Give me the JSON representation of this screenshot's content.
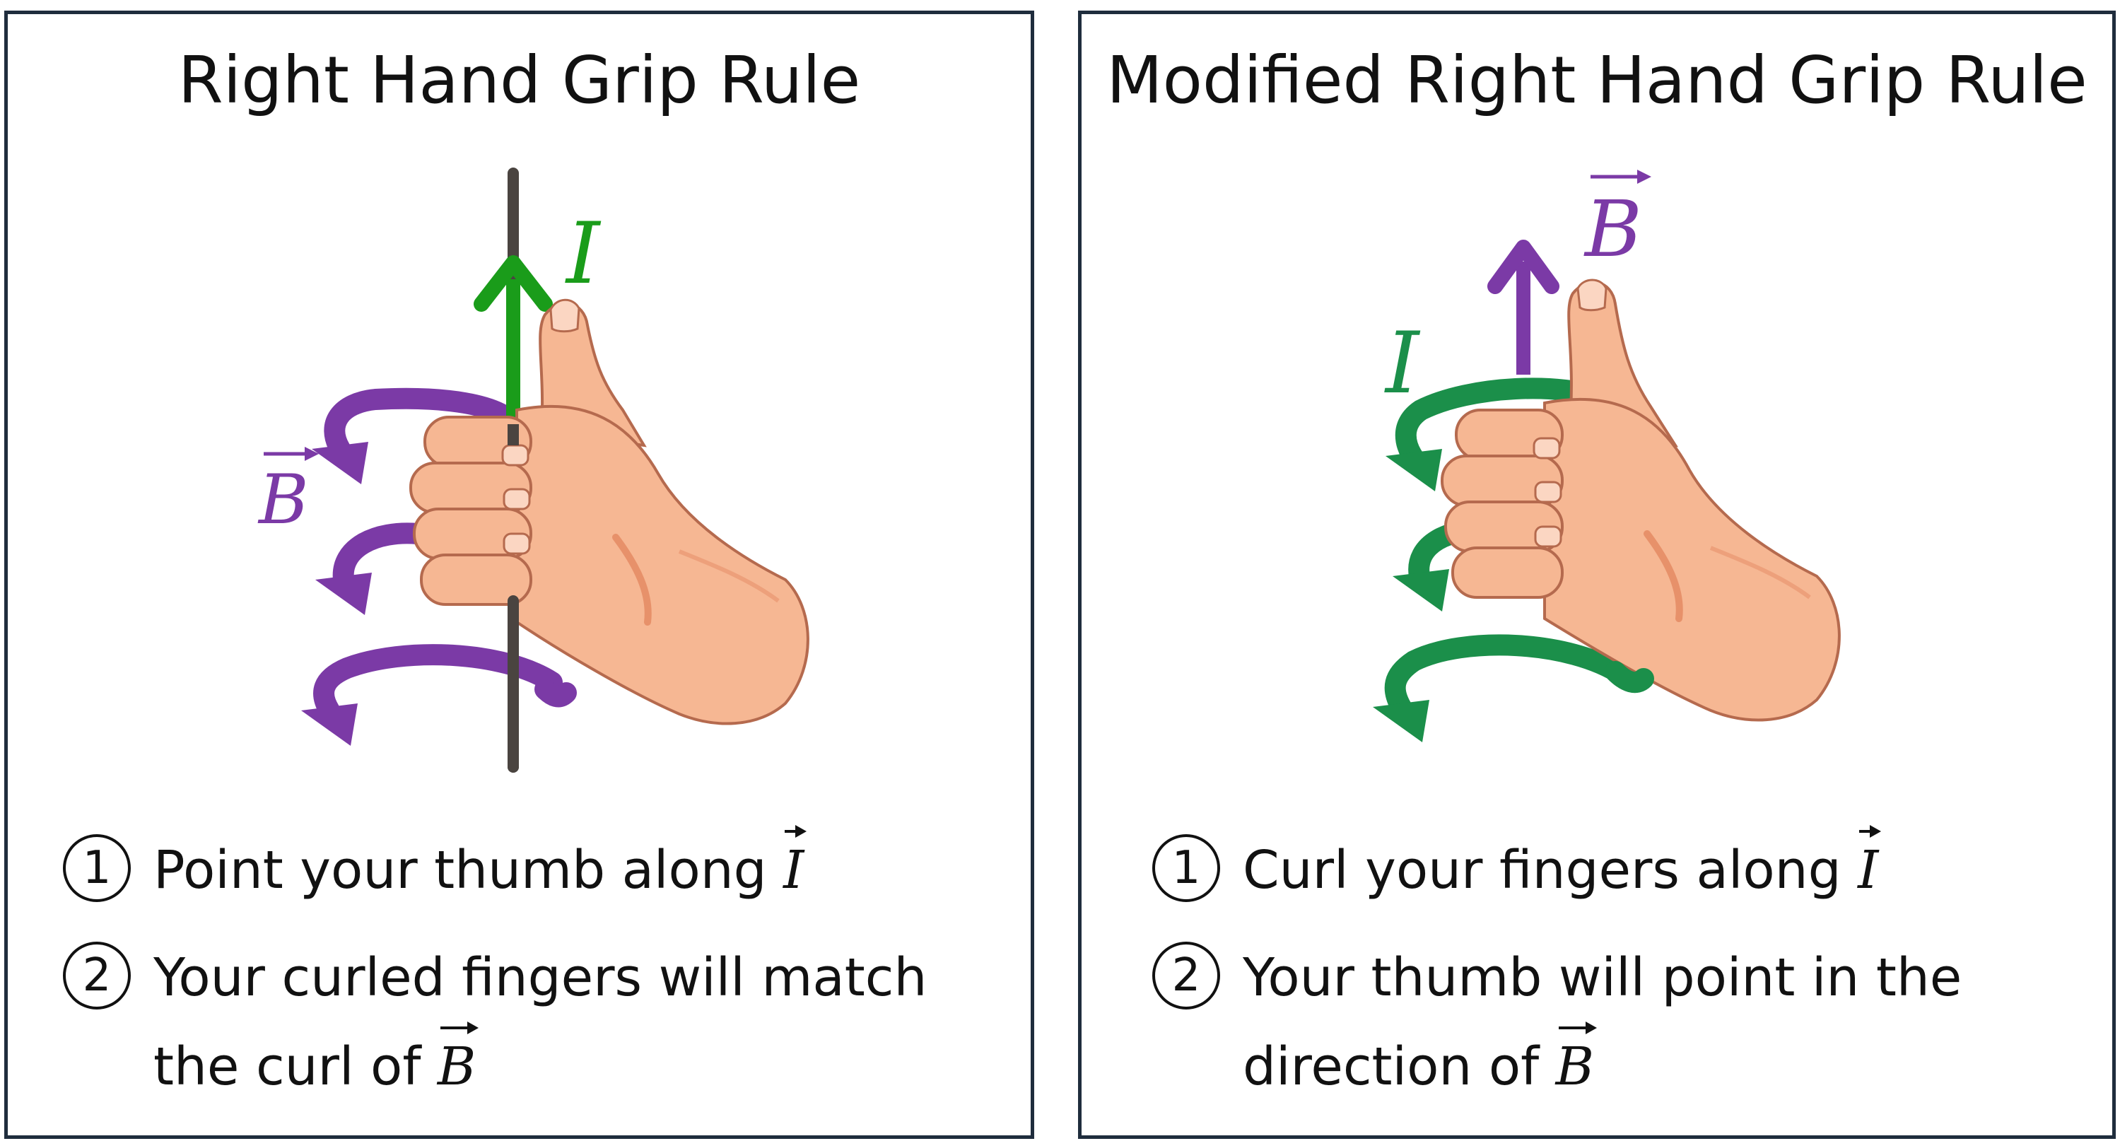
{
  "colors": {
    "current": "#1a9c1a",
    "current_curl": "#1b8f4a",
    "field": "#7b3aa6",
    "wire": "#4a4440",
    "skin": "#f6b793",
    "skin_shade": "#e7916a",
    "outline": "#b56a4e",
    "border": "#1f2d3d"
  },
  "left_panel": {
    "title": "Right Hand Grip Rule",
    "current_label": "I",
    "field_label": "B",
    "steps": [
      {
        "number": "1",
        "text": "Point your thumb along ",
        "symbol": "I"
      },
      {
        "number": "2",
        "line1": "Your curled fingers will match",
        "line2": "the curl of ",
        "symbol": "B"
      }
    ]
  },
  "right_panel": {
    "title": "Modified Right Hand Grip Rule",
    "current_label": "I",
    "field_label": "B",
    "steps": [
      {
        "number": "1",
        "text": "Curl your fingers along ",
        "symbol": "I"
      },
      {
        "number": "2",
        "line1": "Your thumb will point in the",
        "line2": "direction of ",
        "symbol": "B"
      }
    ]
  }
}
